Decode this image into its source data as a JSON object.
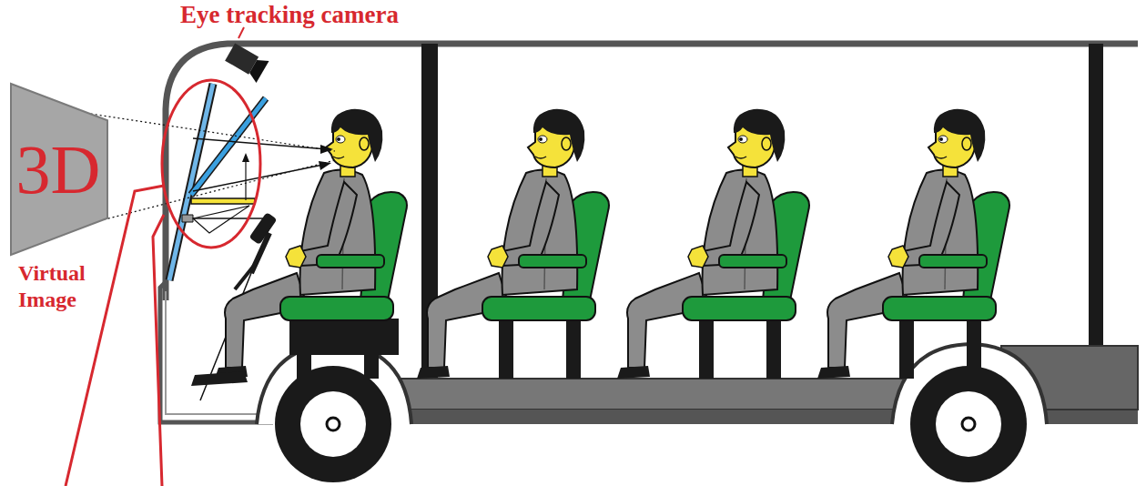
{
  "diagram": {
    "nodes": [
      {
        "text": [
          "3D",
          "Virtual Image"
        ]
      }
    ],
    "labels": [
      "Eye tracking camera"
    ]
  }
}
